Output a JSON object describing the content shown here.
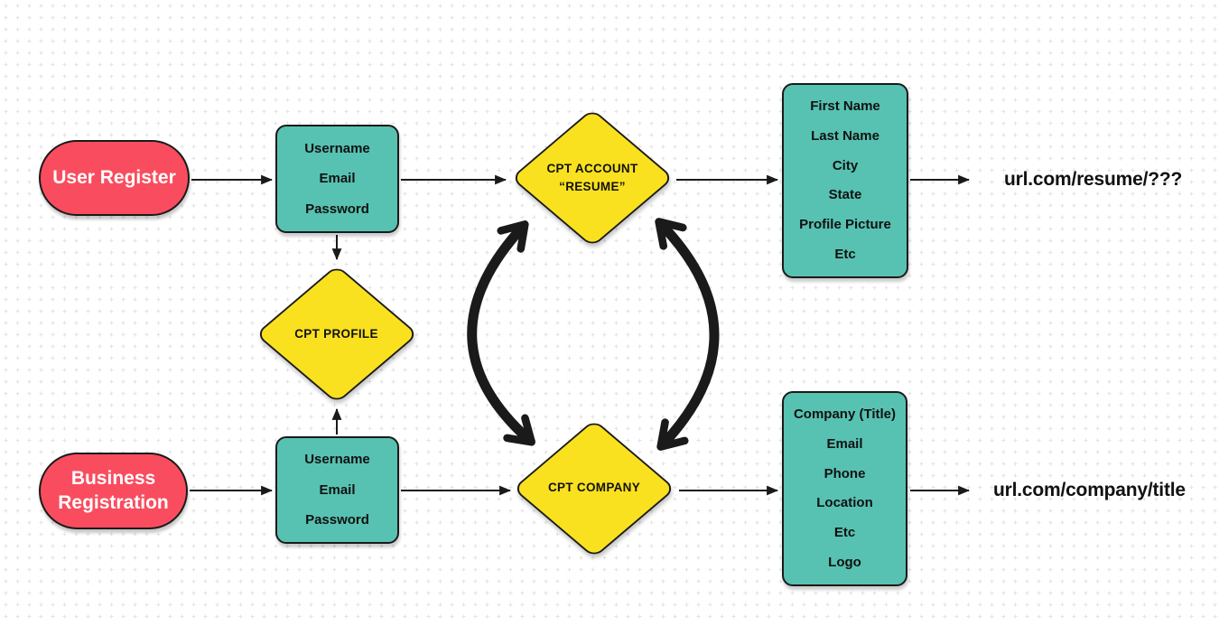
{
  "diagram": {
    "user_register_label": "User Register",
    "business_registration_label": "Business Registration",
    "user_credentials": [
      "Username",
      "Email",
      "Password"
    ],
    "business_credentials": [
      "Username",
      "Email",
      "Password"
    ],
    "cpt_account": {
      "line1": "CPT ACCOUNT",
      "line2": "“RESUME”"
    },
    "cpt_profile_label": "CPT PROFILE",
    "cpt_company_label": "CPT COMPANY",
    "resume_fields": [
      "First Name",
      "Last Name",
      "City",
      "State",
      "Profile Picture",
      "Etc"
    ],
    "company_fields": [
      "Company (Title)",
      "Email",
      "Phone",
      "Location",
      "Etc",
      "Logo"
    ],
    "resume_url": "url.com/resume/???",
    "company_url": "url.com/company/title"
  },
  "colors": {
    "pink": "#F94D5F",
    "teal": "#57C2B2",
    "yellow": "#F9E11F",
    "stroke": "#1a1a1a",
    "text-dark": "#111111",
    "text-light": "#ffffff",
    "dot": "#e4e4e8",
    "bg": "#ffffff"
  }
}
